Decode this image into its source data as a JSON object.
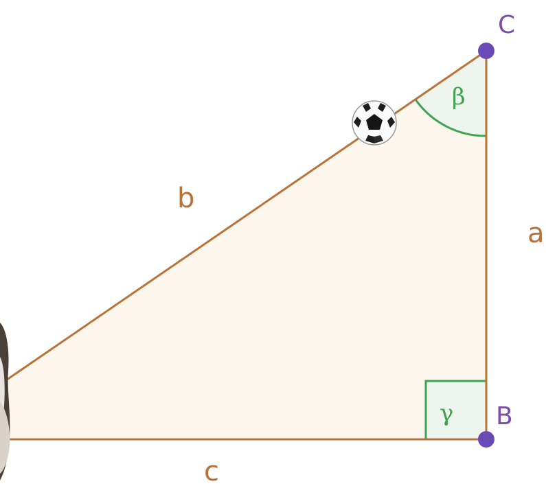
{
  "vertices": {
    "B": {
      "label": "B"
    },
    "C": {
      "label": "C"
    }
  },
  "sides": {
    "a": {
      "label": "a"
    },
    "b": {
      "label": "b"
    },
    "c": {
      "label": "c"
    }
  },
  "angles": {
    "beta": {
      "label": "β"
    },
    "gamma": {
      "label": "γ"
    }
  },
  "colors": {
    "triangle_fill": "#fdf6ec",
    "side_stroke": "#b8733a",
    "side_label": "#b8733a",
    "vertex_point": "#6a4bb6",
    "vertex_label": "#7b4fa8",
    "angle_mark": "#3fa34d",
    "angle_fill": "#eef5ee"
  },
  "objects": {
    "ball": {
      "icon": "soccer-ball-icon"
    },
    "person": {
      "icon": "person-figure-icon"
    }
  }
}
